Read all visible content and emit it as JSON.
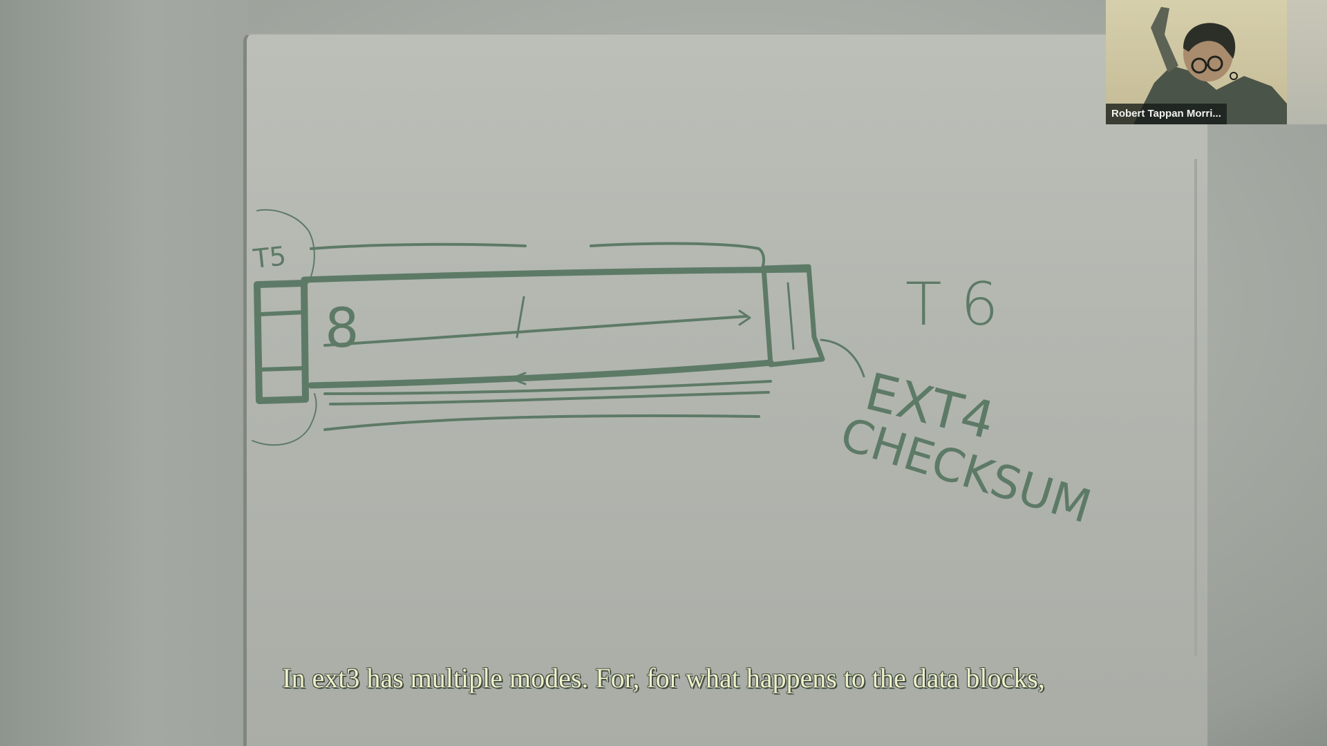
{
  "meeting": {
    "participant_tile": {
      "name": "Robert Tappan Morri..."
    }
  },
  "whiteboard": {
    "labels": {
      "t5": "T5",
      "eight": "8",
      "t6": "T 6",
      "ext4": "EXT4",
      "checksum": "CHECKSUM"
    }
  },
  "caption": {
    "text": "In ext3 has multiple modes. For, for what happens to the data blocks,"
  },
  "colors": {
    "ink": "#5d7a66",
    "caption_text": "#eef0c9",
    "name_bar": "#141a16"
  }
}
